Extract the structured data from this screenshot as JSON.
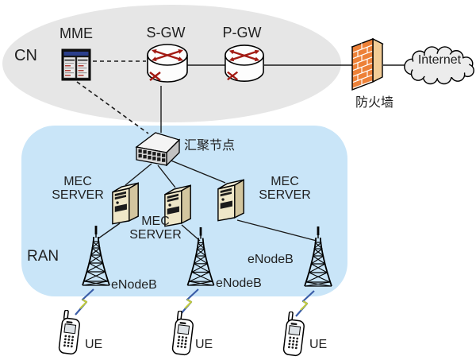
{
  "colors": {
    "cn_fill": "#e6e6e6",
    "ran_fill": "#c9e5f8",
    "line": "#1a1a1a",
    "text": "#1f1f1f",
    "router_red": "#a31b14",
    "firewall_front": "#ed8138",
    "firewall_side": "#f2cc96",
    "firewall_top": "#f5a963",
    "server_front": "#efe7c8",
    "server_side": "#d3c69f",
    "server_top": "#f6f0d9",
    "mme_bar": "#2b3f8c",
    "bolt_blue": "#3a5da8",
    "bolt_yellow": "#c4cc3d",
    "cloud_fill": "#ececec"
  },
  "core_network": {
    "region_label": "CN",
    "mme": {
      "label": "MME"
    },
    "sgw": {
      "label": "S-GW"
    },
    "pgw": {
      "label": "P-GW"
    }
  },
  "edge": {
    "firewall_label": "防火墙",
    "internet_label": "Internet",
    "aggregation_label": "汇聚节点"
  },
  "ran": {
    "region_label": "RAN",
    "mec_servers": [
      {
        "line1": "MEC",
        "line2": "SERVER"
      },
      {
        "line1": "MEC",
        "line2": "SERVER"
      },
      {
        "line1": "MEC",
        "line2": "SERVER"
      }
    ],
    "enodebs": [
      {
        "label": "eNodeB"
      },
      {
        "label": "eNodeB"
      },
      {
        "label": "eNodeB"
      }
    ]
  },
  "ues": [
    {
      "label": "UE"
    },
    {
      "label": "UE"
    },
    {
      "label": "UE"
    }
  ]
}
